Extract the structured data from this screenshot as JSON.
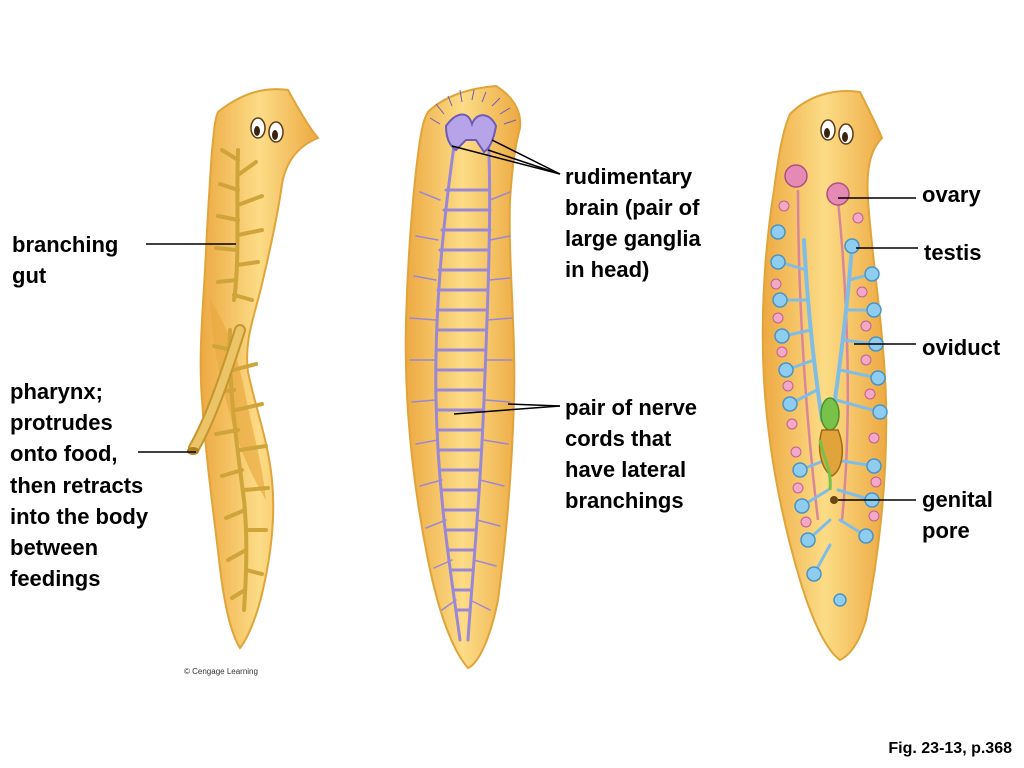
{
  "labels": {
    "gut": "branching\ngut",
    "pharynx": "pharynx;\nprotrudes\nonto food,\nthen retracts\ninto the body\nbetween\nfeedings",
    "brain": "rudimentary\nbrain (pair of\nlarge ganglia\nin head)",
    "nerve": "pair of nerve\ncords that\nhave lateral\nbranchings",
    "ovary": "ovary",
    "testis": "testis",
    "oviduct": "oviduct",
    "genital_pore": "genital\npore"
  },
  "credit": "© Cengage Learning",
  "figure_ref": "Fig. 23-13, p.368",
  "colors": {
    "body": "#f6c25a",
    "body_light": "#fcdc86",
    "body_edge": "#e0a43a",
    "gut": "#cfa43a",
    "nerve": "#9a88d6",
    "nerve_dark": "#6f5cb8",
    "ovary_testis": "#e58ab4",
    "oviduct": "#d9869a",
    "sperm_duct": "#7fbde6",
    "genital_green": "#78c24a",
    "pharynx": "#e2b54d"
  }
}
